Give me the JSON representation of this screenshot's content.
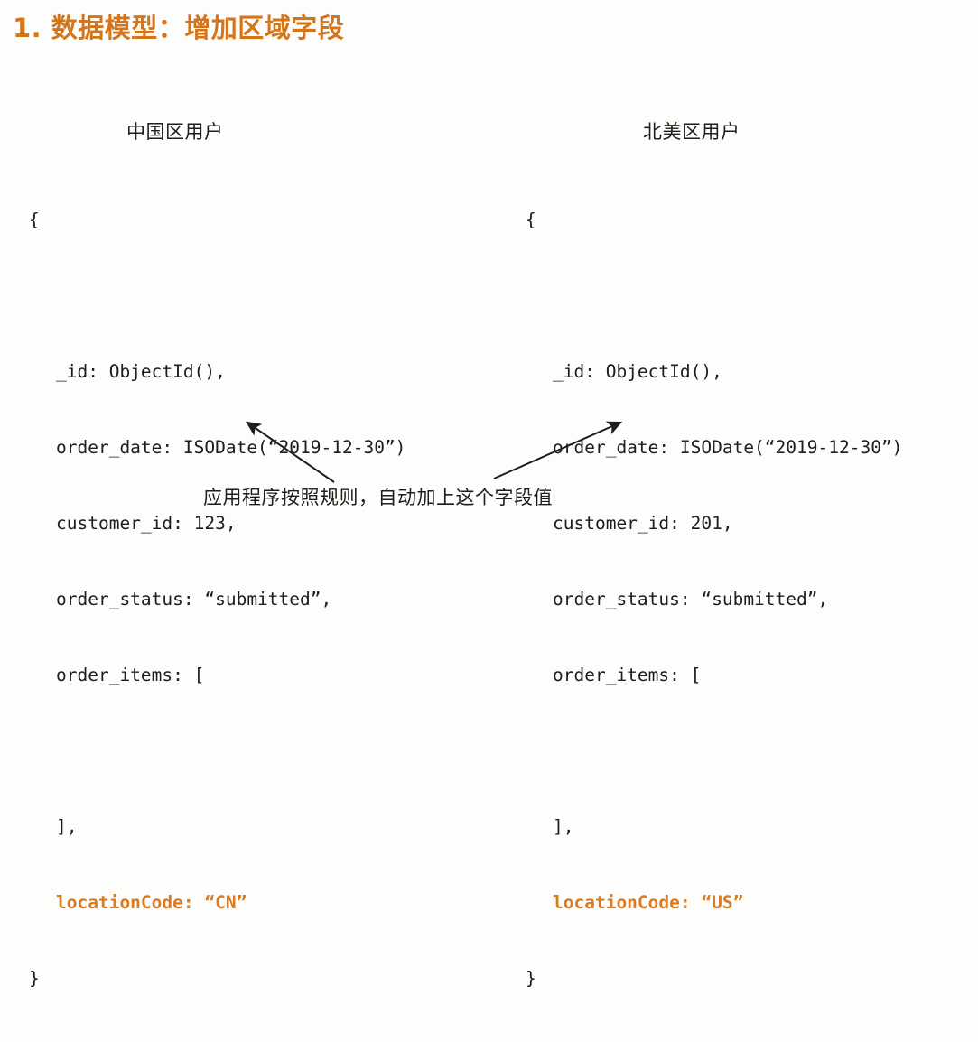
{
  "slide": {
    "title": "1. 数据模型：增加区域字段",
    "caption": "应用程序按照规则，自动加上这个字段值",
    "accent_color": "#d4751a",
    "code_accent_color": "#db7a1e",
    "text_color": "#1d1d1b",
    "background_color": "#fdfdfc"
  },
  "columns": [
    {
      "header": "中国区用户",
      "code": {
        "open_brace": "{",
        "line_id": "_id: ObjectId(),",
        "line_order_date": "order_date: ISODate(“2019-12-30”)",
        "line_customer_id": "customer_id: 123,",
        "line_order_status": "order_status: “submitted”,",
        "line_order_items": "order_items: [",
        "line_array_close": "],",
        "line_location_code": "locationCode: “CN”",
        "close_brace": "}"
      }
    },
    {
      "header": "北美区用户",
      "code": {
        "open_brace": "{",
        "line_id": "_id: ObjectId(),",
        "line_order_date": "order_date: ISODate(“2019-12-30”)",
        "line_customer_id": "customer_id: 201,",
        "line_order_status": "order_status: “submitted”,",
        "line_order_items": "order_items: [",
        "line_array_close": "],",
        "line_location_code": "locationCode: “US”",
        "close_brace": "}"
      }
    }
  ],
  "annotations": {
    "left_arrow_name": "arrow-to-cn-location-code",
    "right_arrow_name": "arrow-to-us-location-code"
  }
}
